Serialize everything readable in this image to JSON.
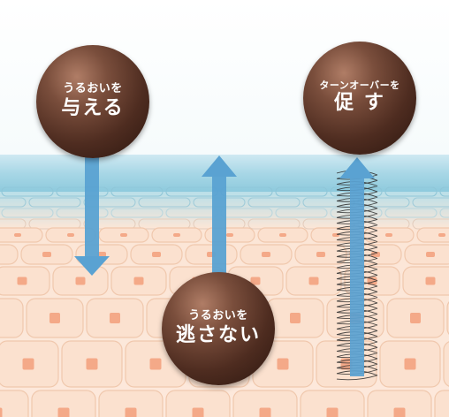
{
  "badges": {
    "give": {
      "line1": "うるおいを",
      "line2": "与える"
    },
    "retain": {
      "line1": "うるおいを",
      "line2": "逃さない"
    },
    "turnover": {
      "line1": "ターンオーバーを",
      "line2": "促 す"
    }
  },
  "colors": {
    "arrow": "#5aa2d2",
    "surface": "#a8d7e6",
    "cell_fill": "#fbe1cf",
    "cell_border": "#f0c8ad",
    "nucleus": "#f4a988",
    "badge_dark": "#3a1f14",
    "coil": "#2a2a2a"
  },
  "icons": {
    "give": "arrow-down-icon",
    "retain": "arrow-up-icon",
    "turnover": "arrow-up-coil-icon"
  }
}
